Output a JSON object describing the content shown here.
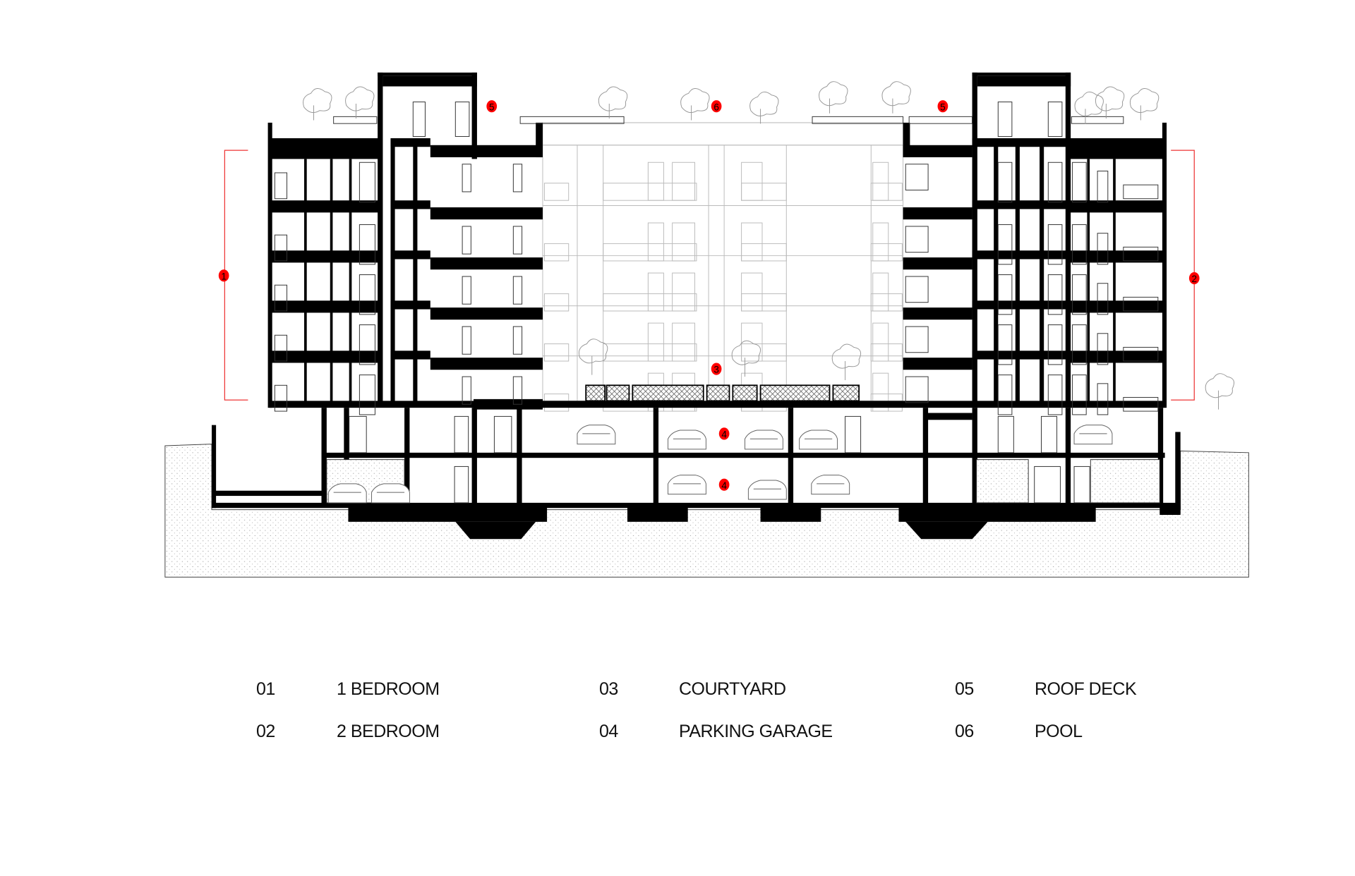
{
  "drawing": {
    "type": "building-section",
    "accent_color": "#ff0000",
    "markers": {
      "m1": "1",
      "m2": "2",
      "m3": "3",
      "m4a": "4",
      "m4b": "4",
      "m5a": "5",
      "m5b": "5",
      "m6": "6"
    }
  },
  "legend": [
    {
      "num": "01",
      "label": "1 BEDROOM"
    },
    {
      "num": "02",
      "label": "2 BEDROOM"
    },
    {
      "num": "03",
      "label": "COURTYARD"
    },
    {
      "num": "04",
      "label": "PARKING GARAGE"
    },
    {
      "num": "05",
      "label": "ROOF DECK"
    },
    {
      "num": "06",
      "label": "POOL"
    }
  ]
}
